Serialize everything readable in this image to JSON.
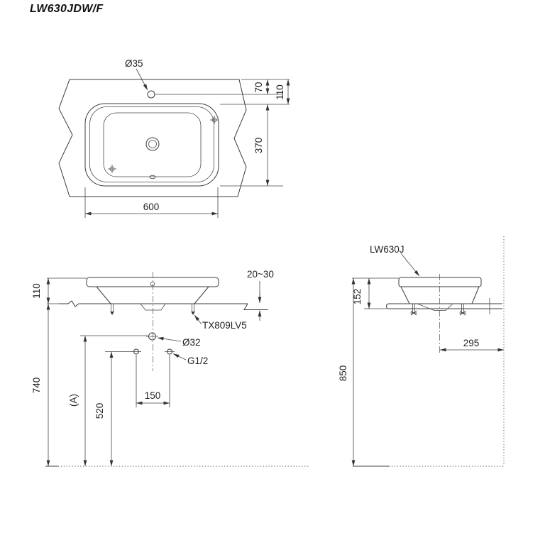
{
  "title": "LW630JDW/F",
  "top_view": {
    "faucet_hole_dia": "Ø35",
    "faucet_offset": "70",
    "basin_offset": "110",
    "basin_depth": "370",
    "basin_width": "600"
  },
  "front_view": {
    "rim_above_counter": "110",
    "counter_thickness": "20~30",
    "fixing_kit": "TX809LV5",
    "drain_dia": "Ø32",
    "supply_thread": "G1/2",
    "supply_pitch": "150",
    "supply_height": "520",
    "counter_height": "740",
    "drain_height": "(A)"
  },
  "side_view": {
    "model": "LW630J",
    "rim_to_counter_bottom": "152",
    "center_to_wall": "295",
    "rim_height": "850"
  }
}
